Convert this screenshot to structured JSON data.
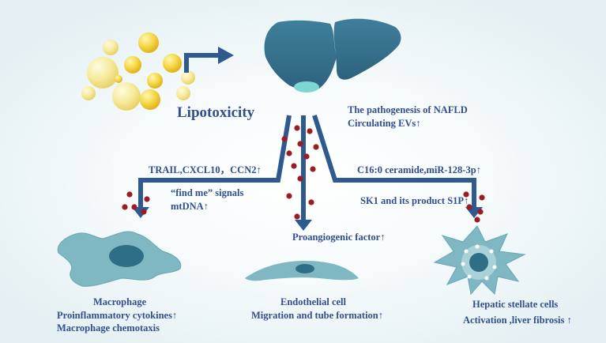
{
  "title": "Lipotoxicity",
  "pathogenesis": {
    "line1": "The pathogenesis of NAFLD",
    "line2": "Circulating EVs↑"
  },
  "left_branch": {
    "signal1": "TRAIL,CXCL10，CCN2↑",
    "signal2": "“find me” signals",
    "signal3": "mtDNA↑"
  },
  "right_branch": {
    "signal1": "C16:0 ceramide,miR-128-3p↑",
    "signal2": "SK1 and its product S1P↑"
  },
  "center_branch": {
    "signal1": "Proangiogenic factor↑"
  },
  "macrophage": {
    "name": "Macrophage",
    "effect1": "Proinflammatory cytokines↑",
    "effect2": "Macrophage chemotaxis"
  },
  "endothelial": {
    "name": "Endothelial cell",
    "effect1": "Migration and tube formation↑"
  },
  "stellate": {
    "name": "Hepatic stellate cells",
    "effect1": "Activation ,liver fibrosis ↑"
  },
  "colors": {
    "arrow": "#2e5a8f",
    "liver": "#356d8a",
    "gallbladder": "#7ed6d3",
    "ev_dot": "#9b1c23",
    "cell_fill": "#7fb7c2",
    "cell_nucleus": "#2e6f86",
    "text": "#2f4f8f"
  }
}
